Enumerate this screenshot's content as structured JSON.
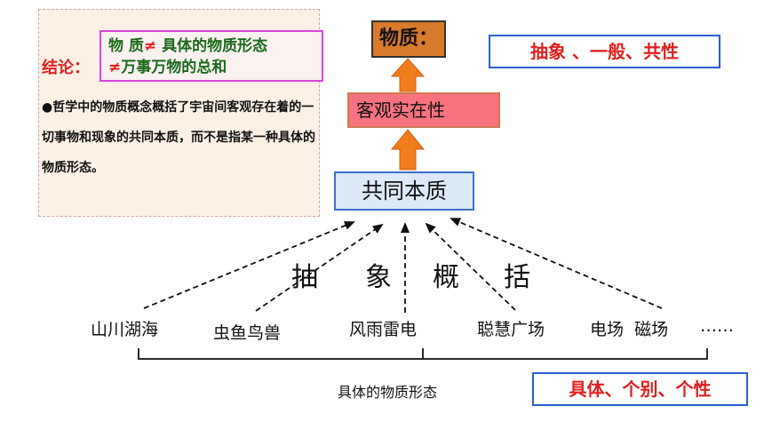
{
  "conclusion": {
    "label": "结论：",
    "line1_prefix": "物 质",
    "neq_symbol": "≠",
    "line1_suffix": " 具体的物质形态",
    "line2_suffix": "万事万物的总和",
    "paragraph": "●哲学中的物质概念概括了宇宙间客观存在着的一切事物和现象的共同本质，而不是指某一种具体的物质形态。"
  },
  "hierarchy": {
    "matter": "物质：",
    "objective_reality": "客观实在性",
    "common_essence": "共同本质"
  },
  "abstract_label": "抽象 、一般、共性",
  "abstraction_chars": [
    "抽",
    "象",
    "概",
    "括"
  ],
  "items": [
    "山川湖海",
    "虫鱼鸟兽",
    "风雨雷电",
    "聪慧广场",
    "电场  磁场",
    "……"
  ],
  "bracket_label": "具体的物质形态",
  "concrete_label": "具体、个别、个性",
  "colors": {
    "arrow_fill": "#f07c1c",
    "matter_fill": "#d97a2b",
    "objective_fill": "#f8737f",
    "essence_fill": "#dbe9f8",
    "accent_red": "#e02020",
    "frame_blue": "#2b5fcf"
  }
}
